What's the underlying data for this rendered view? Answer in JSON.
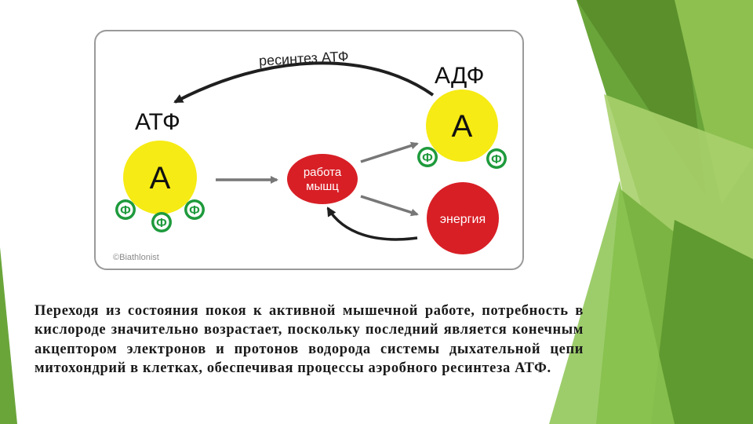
{
  "slide": {
    "paragraph": "Переходя из состояния покоя к активной мышечной работе, потребность в кислороде значительно возрастает, поскольку последний является конечным акцептором электронов и протонов водорода системы дыхательной цепи митохондрий в клетках, обеспечивая процессы аэробного ресинтеза АТФ."
  },
  "diagram": {
    "resynthesis_label": "ресинтез АТФ",
    "atp_label": "АТФ",
    "adp_label": "АДФ",
    "adenosine_letter": "А",
    "phosphate_letter": "Ф",
    "muscle_work_line1": "работа",
    "muscle_work_line2": "мышц",
    "energy_label": "энергия",
    "copyright": "©Biathlonist"
  },
  "colors": {
    "adenosine_yellow": "#f6eb14",
    "phosphate_green": "#1e9a3c",
    "node_red": "#d81f26",
    "arrow_gray": "#777777",
    "curve_dark": "#1f1f1f",
    "green_dark": "#5c9a2e",
    "green_mid": "#76b040",
    "green_light": "#a7d06a"
  }
}
